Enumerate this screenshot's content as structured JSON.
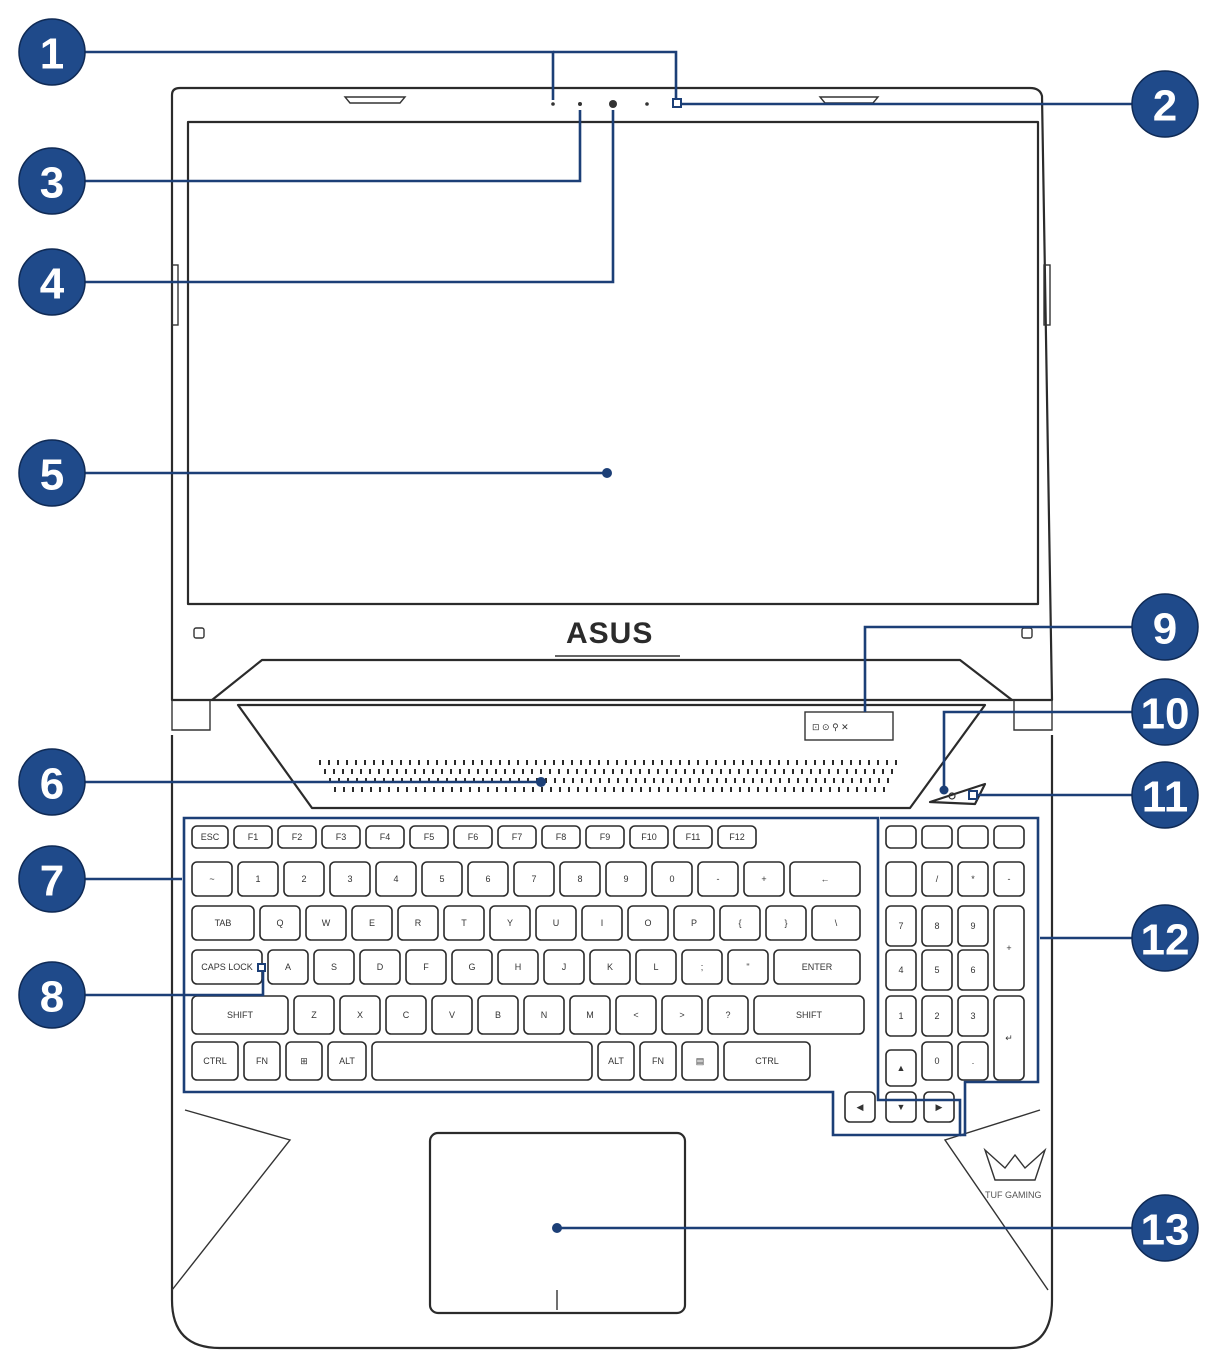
{
  "brand_logo": "ASUS",
  "tuf_logo": "TUF GAMING",
  "callouts": [
    {
      "id": "1",
      "label": "1"
    },
    {
      "id": "2",
      "label": "2"
    },
    {
      "id": "3",
      "label": "3"
    },
    {
      "id": "4",
      "label": "4"
    },
    {
      "id": "5",
      "label": "5"
    },
    {
      "id": "6",
      "label": "6"
    },
    {
      "id": "7",
      "label": "7"
    },
    {
      "id": "8",
      "label": "8"
    },
    {
      "id": "9",
      "label": "9"
    },
    {
      "id": "10",
      "label": "10"
    },
    {
      "id": "11",
      "label": "11"
    },
    {
      "id": "12",
      "label": "12"
    },
    {
      "id": "13",
      "label": "13"
    }
  ],
  "callout_color": "#1f4a8a",
  "keyboard": {
    "row1": [
      "ESC",
      "F1",
      "F2",
      "F3",
      "F4",
      "F5",
      "F6",
      "F7",
      "F8",
      "F9",
      "F10",
      "F11",
      "F12"
    ],
    "row2": [
      "~",
      "1",
      "2",
      "3",
      "4",
      "5",
      "6",
      "7",
      "8",
      "9",
      "0",
      "-",
      "+",
      "←"
    ],
    "row3": [
      "TAB",
      "Q",
      "W",
      "E",
      "R",
      "T",
      "Y",
      "U",
      "I",
      "O",
      "P",
      "{",
      "}",
      "\\"
    ],
    "row4": [
      "CAPS LOCK",
      "A",
      "S",
      "D",
      "F",
      "G",
      "H",
      "J",
      "K",
      "L",
      ";",
      "\"",
      "ENTER"
    ],
    "row5": [
      "SHIFT",
      "Z",
      "X",
      "C",
      "V",
      "B",
      "N",
      "M",
      "<",
      ">",
      "?",
      "SHIFT"
    ],
    "row6": [
      "CTRL",
      "FN",
      "⊞",
      "ALT",
      "",
      "ALT",
      "FN",
      "▤",
      "CTRL"
    ],
    "numpad": [
      "/",
      "*",
      "-",
      "7",
      "8",
      "9",
      "+",
      "4",
      "5",
      "6",
      "1",
      "2",
      "3",
      "0",
      ".",
      "↵"
    ]
  }
}
